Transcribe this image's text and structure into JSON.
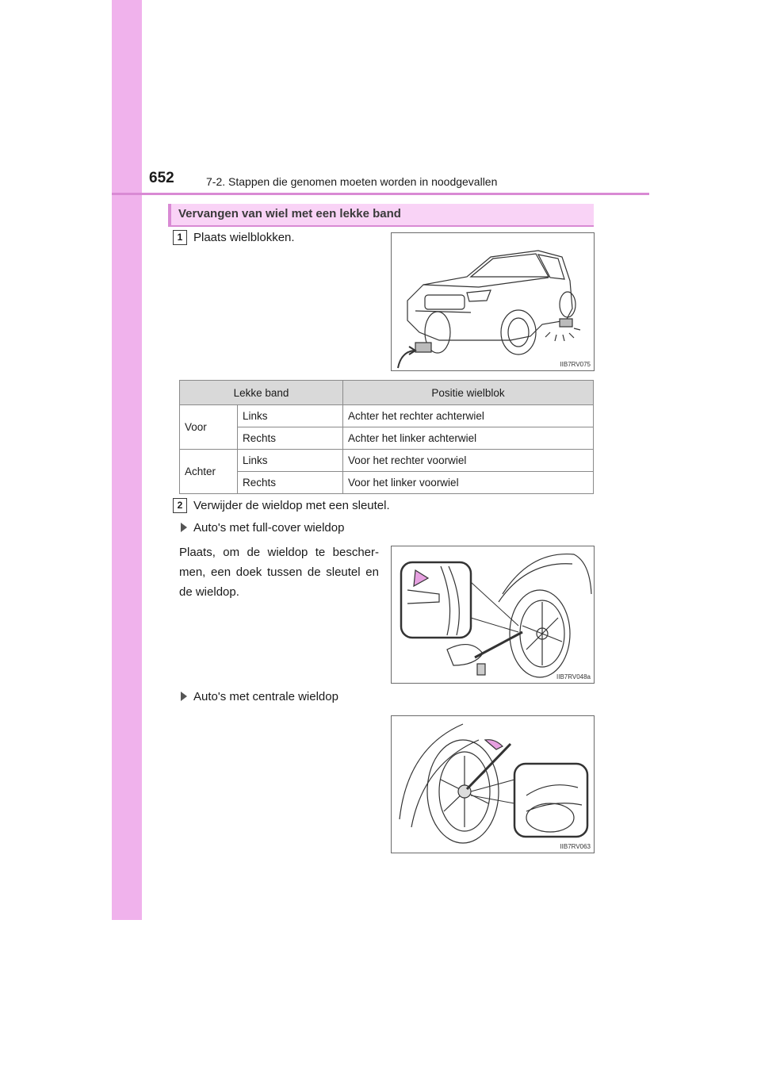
{
  "header": {
    "page_number": "652",
    "chapter_title": "7-2. Stappen die genomen moeten worden in noodgevallen"
  },
  "section": {
    "title": "Vervangen van wiel met een lekke band"
  },
  "steps": [
    {
      "number": "1",
      "text": "Plaats wielblokken."
    },
    {
      "number": "2",
      "text": "Verwijder de wieldop met een sleutel."
    }
  ],
  "figures": {
    "fig1_code": "IIB7RV075",
    "fig2_code": "IIB7RV048a",
    "fig3_code": "IIB7RV063"
  },
  "table": {
    "headers": [
      "Lekke band",
      "Positie wielblok"
    ],
    "groups": [
      {
        "label": "Voor",
        "rows": [
          {
            "side": "Links",
            "position": "Achter het rechter achterwiel"
          },
          {
            "side": "Rechts",
            "position": "Achter het linker achterwiel"
          }
        ]
      },
      {
        "label": "Achter",
        "rows": [
          {
            "side": "Links",
            "position": "Voor het rechter voorwiel"
          },
          {
            "side": "Rechts",
            "position": "Voor het linker voorwiel"
          }
        ]
      }
    ]
  },
  "bullets": {
    "full_cover": "Auto's met full-cover wieldop",
    "full_cover_text": "Plaats, om de wieldop te bescher-men, een doek tussen de sleutel en de wieldop.",
    "central": "Auto's met centrale wieldop"
  },
  "colors": {
    "sidebar": "#f0b2ec",
    "rule": "#d98ad4",
    "section_bg": "#f9d3f6",
    "table_header": "#d9d9d9"
  }
}
